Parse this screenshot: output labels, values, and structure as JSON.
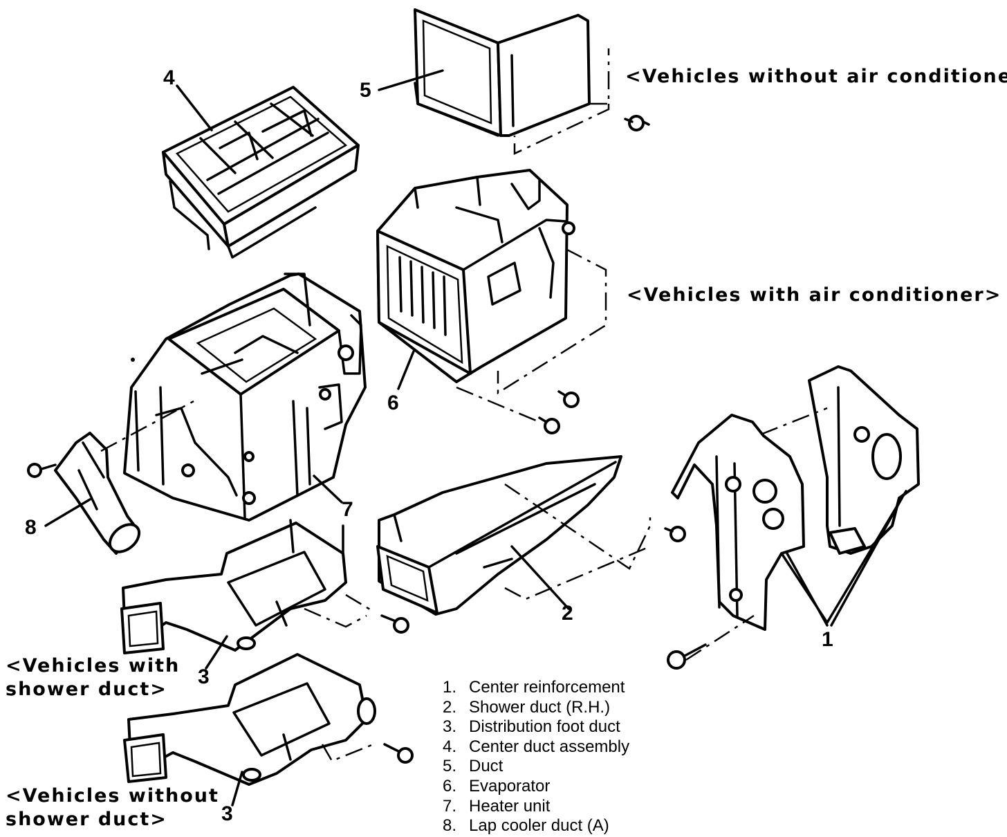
{
  "callouts": {
    "c1": "1",
    "c2": "2",
    "c3_upper": "3",
    "c3_lower": "3",
    "c4": "4",
    "c5": "5",
    "c6": "6",
    "c7": "7",
    "c8": "8"
  },
  "variants": {
    "without_ac": "<Vehicles without air conditioner>",
    "with_ac": "<Vehicles with air conditioner>",
    "with_shower_duct_line1": "<Vehicles with",
    "with_shower_duct_line2": "shower duct>",
    "without_shower_duct_line1": "<Vehicles without",
    "without_shower_duct_line2": "shower duct>"
  },
  "legend": [
    {
      "num": "1.",
      "text": "Center reinforcement"
    },
    {
      "num": "2.",
      "text": "Shower duct (R.H.)"
    },
    {
      "num": "3.",
      "text": "Distribution foot duct"
    },
    {
      "num": "4.",
      "text": "Center duct assembly"
    },
    {
      "num": "5.",
      "text": "Duct"
    },
    {
      "num": "6.",
      "text": "Evaporator"
    },
    {
      "num": "7.",
      "text": "Heater unit"
    },
    {
      "num": "8.",
      "text": "Lap cooler duct (A)"
    }
  ]
}
